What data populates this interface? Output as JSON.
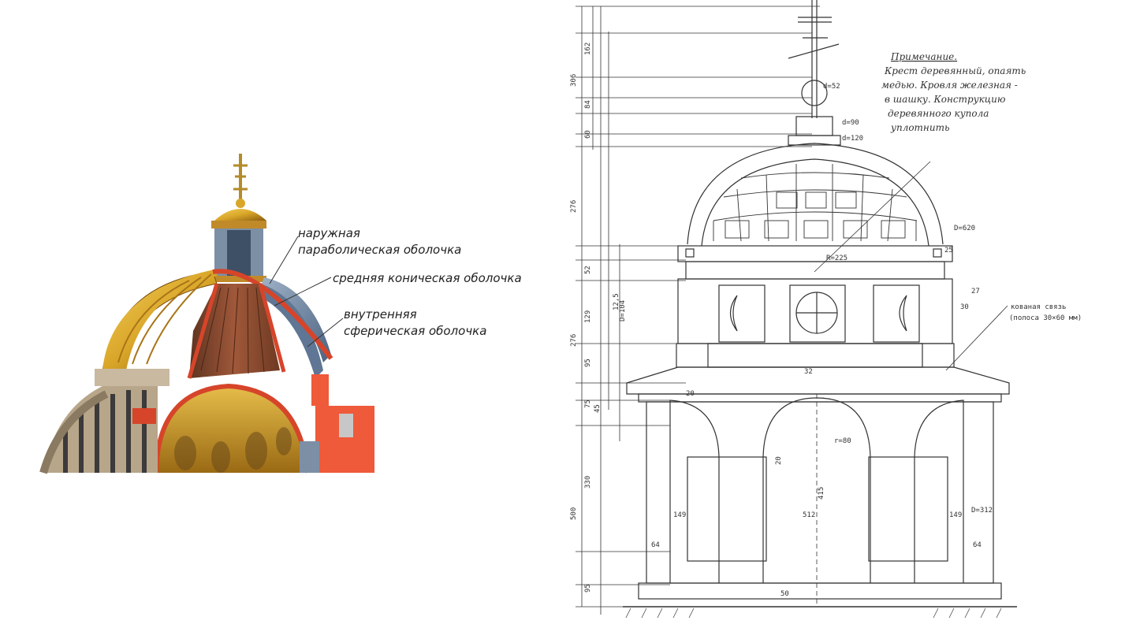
{
  "left_figure": {
    "labels": {
      "outer_1": "наружная",
      "outer_2": "параболическая оболочка",
      "middle": "средняя коническая оболочка",
      "inner_1": "внутренняя",
      "inner_2": "сферическая оболочка"
    }
  },
  "right_drawing": {
    "notes": {
      "title": "Примечание.",
      "line1": "Крест деревянный, опаять",
      "line2": "медью. Кровля железная -",
      "line3": "в шашку. Конструкцию",
      "line4": "деревянного купола",
      "line5": "уплотнить"
    },
    "callouts": {
      "d52": "d=52",
      "d90": "d=90",
      "d120": "d=120",
      "D620": "D=620",
      "D104": "D=104",
      "D312": "D=312",
      "R": "R=225",
      "r80": "r=80",
      "tie1": "кованая связь",
      "tie2": "(полоса 30×60 мм)"
    },
    "left_dims": {
      "d306": "306",
      "d162": "162",
      "d84": "84",
      "d60": "60",
      "d276a": "276",
      "d276b": "276",
      "d52": "52",
      "d129": "129",
      "d95a": "95",
      "d75": "75",
      "d45": "45",
      "d500": "500",
      "d330": "330",
      "d95b": "95",
      "d125": "12,5",
      "d20": "20"
    },
    "inner_dims": {
      "w512": "512",
      "w149a": "149",
      "w149b": "149",
      "w64a": "64",
      "w64b": "64",
      "h415": "415",
      "h32": "32",
      "h30": "30",
      "h27": "27",
      "h25": "25",
      "h20": "20",
      "h50": "50"
    }
  }
}
